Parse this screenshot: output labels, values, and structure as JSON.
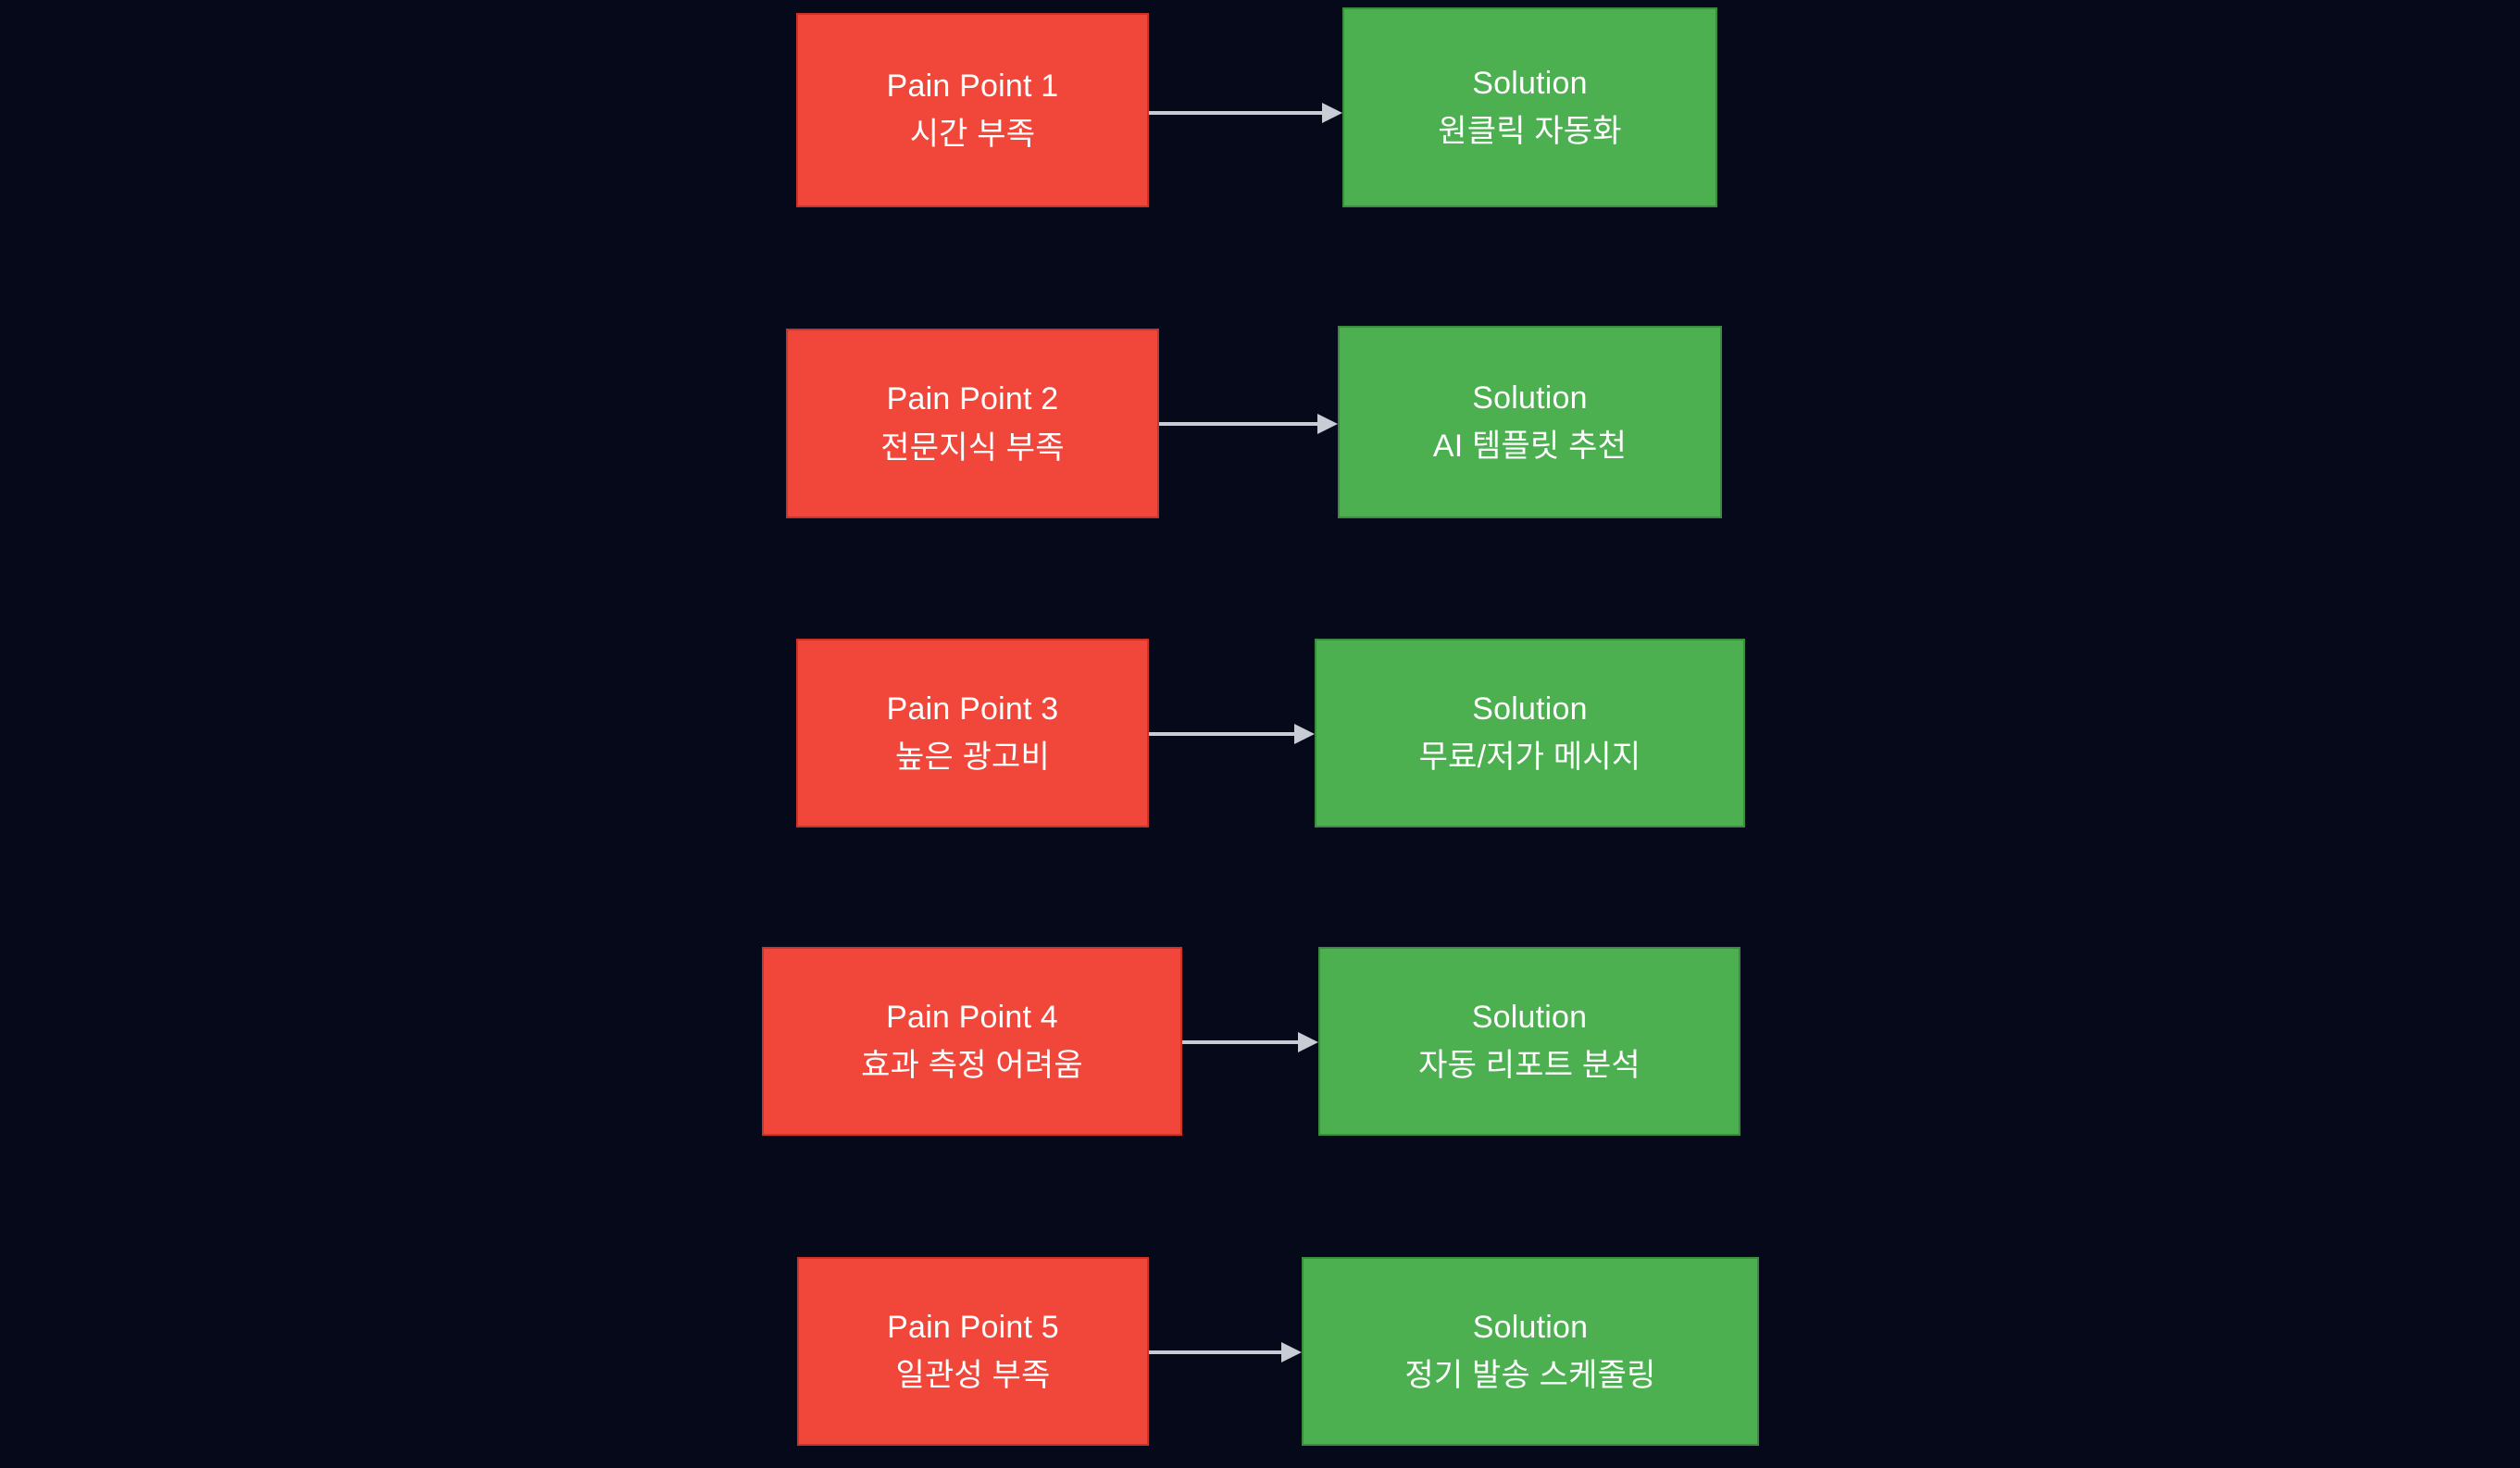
{
  "diagram": {
    "type": "flowchart",
    "background_color": "#05091a",
    "pain_color": "#f1463a",
    "pain_border_color": "#c9332a",
    "solution_color": "#4caf50",
    "solution_border_color": "#3a8c3e",
    "text_color": "#ffffff",
    "arrow_color": "#c8ccd4",
    "arrow_label": "leads-to-arrow",
    "rows": [
      {
        "pain": {
          "title": "Pain Point 1",
          "detail": "시간 부족"
        },
        "solution": {
          "title": "Solution",
          "detail": "원클릭 자동화"
        }
      },
      {
        "pain": {
          "title": "Pain Point 2",
          "detail": "전문지식 부족"
        },
        "solution": {
          "title": "Solution",
          "detail": "AI 템플릿 추천"
        }
      },
      {
        "pain": {
          "title": "Pain Point 3",
          "detail": "높은 광고비"
        },
        "solution": {
          "title": "Solution",
          "detail": "무료/저가 메시지"
        }
      },
      {
        "pain": {
          "title": "Pain Point 4",
          "detail": "효과 측정 어려움"
        },
        "solution": {
          "title": "Solution",
          "detail": "자동 리포트 분석"
        }
      },
      {
        "pain": {
          "title": "Pain Point 5",
          "detail": "일관성 부족"
        },
        "solution": {
          "title": "Solution",
          "detail": "정기 발송 스케줄링"
        }
      }
    ]
  }
}
